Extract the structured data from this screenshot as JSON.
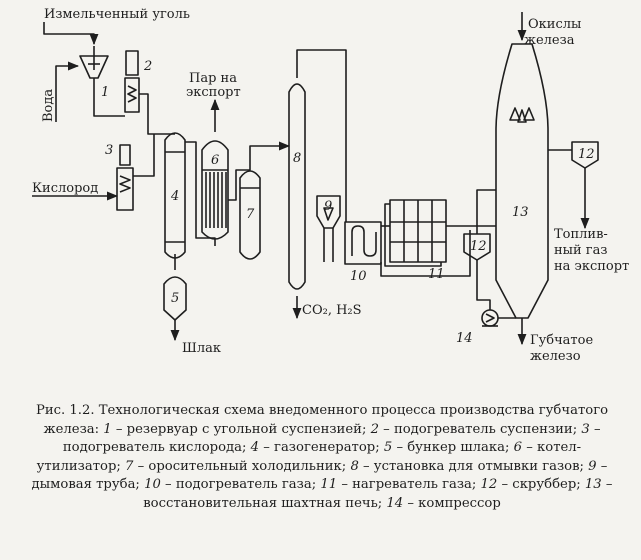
{
  "diagram": {
    "labels": {
      "coal": "Измельченный уголь",
      "water": "Вода",
      "oxygen": "Кислород",
      "steam_1": "Пар на",
      "steam_2": "экспорт",
      "slag": "Шлак",
      "gases": "CO₂, H₂S",
      "iron_oxides_1": "Окислы",
      "iron_oxides_2": "железа",
      "fuel_gas_1": "Топлив-",
      "fuel_gas_2": "ный газ",
      "fuel_gas_3": "на экспорт",
      "sponge_iron_1": "Губчатое",
      "sponge_iron_2": "железо"
    },
    "numbers": {
      "n1": "1",
      "n2": "2",
      "n3": "3",
      "n4": "4",
      "n5": "5",
      "n6": "6",
      "n7": "7",
      "n8": "8",
      "n9": "9",
      "n10": "10",
      "n11": "11",
      "n12a": "12",
      "n12b": "12",
      "n13": "13",
      "n14": "14"
    }
  },
  "caption": {
    "prefix": "Рис. 1.2. Технологическая схема внедоменного процесса производства губчатого железа: ",
    "items": [
      {
        "num": "1",
        "text": " – резервуар с угольной суспензией; "
      },
      {
        "num": "2",
        "text": " – подогреватель суспензии; "
      },
      {
        "num": "3",
        "text": " – подогреватель кислорода; "
      },
      {
        "num": "4",
        "text": " – газогенератор; "
      },
      {
        "num": "5",
        "text": " – бункер шлака; "
      },
      {
        "num": "6",
        "text": " – котел-утилизатор; "
      },
      {
        "num": "7",
        "text": " – оросительный холодильник; "
      },
      {
        "num": "8",
        "text": " – установка для отмывки газов; "
      },
      {
        "num": "9",
        "text": " – дымовая труба; "
      },
      {
        "num": "10",
        "text": " – подогреватель газа; "
      },
      {
        "num": "11",
        "text": " – нагреватель газа; "
      },
      {
        "num": "12",
        "text": " – скруббер; "
      },
      {
        "num": "13",
        "text": " – восстановительная шахтная печь; "
      },
      {
        "num": "14",
        "text": " – компрессор"
      }
    ]
  }
}
